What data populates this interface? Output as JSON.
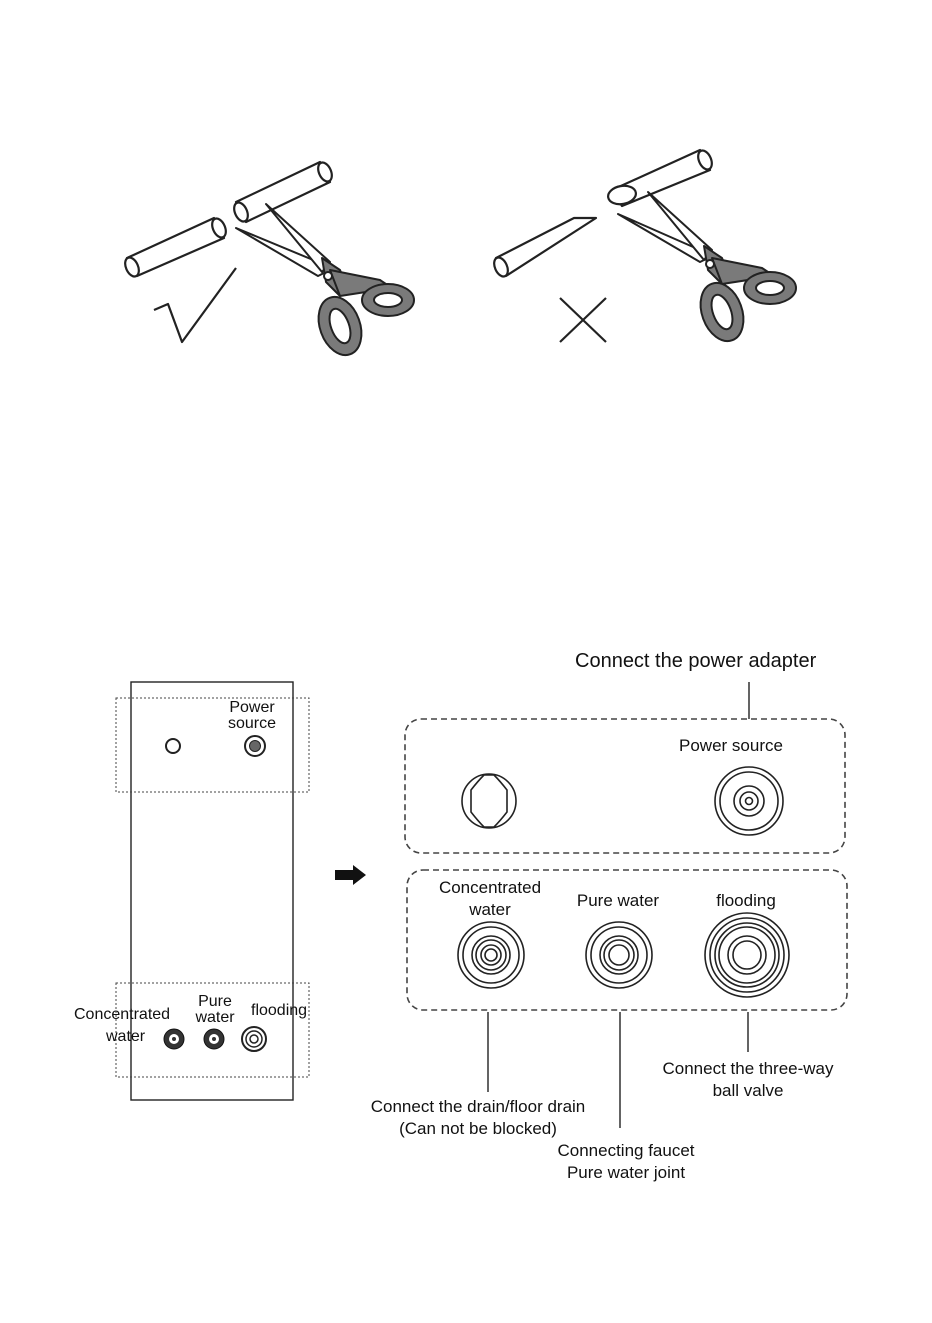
{
  "panel_left": {
    "power_label_line1": "Power",
    "power_label_line2": "source",
    "concentrated_line1": "Concentrated",
    "concentrated_line2": "water",
    "pure_line1": "Pure",
    "pure_line2": "water",
    "flooding": "flooding"
  },
  "detail": {
    "connect_power_adapter": "Connect the power adapter",
    "power_source": "Power source",
    "concentrated_line1": "Concentrated",
    "concentrated_line2": "water",
    "pure_water": "Pure water",
    "flooding": "flooding"
  },
  "callouts": {
    "drain_line1": "Connect the drain/floor drain",
    "drain_line2": "(Can not be blocked)",
    "faucet_line1": "Connecting faucet",
    "faucet_line2": "Pure water joint",
    "valve_line1": "Connect the three-way",
    "valve_line2": "ball valve"
  }
}
